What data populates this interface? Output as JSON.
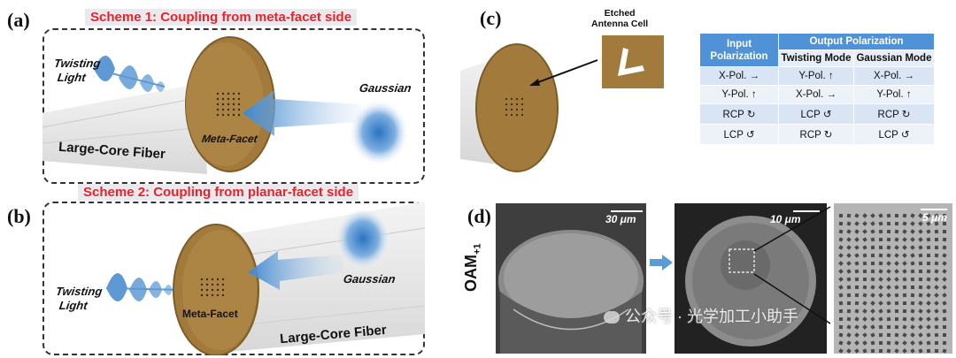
{
  "panels": {
    "a": {
      "label": "(a)",
      "scheme_title": "Scheme 1: Coupling from meta-facet side",
      "twisting_light": [
        "Twisting",
        "Light"
      ],
      "gaussian": "Gaussian",
      "meta_facet": "Meta-Facet",
      "fiber": "Large-Core Fiber"
    },
    "b": {
      "label": "(b)",
      "scheme_title": "Scheme 2: Coupling from planar-facet side",
      "twisting_light": [
        "Twisting",
        "Light"
      ],
      "gaussian": "Gaussian",
      "meta_facet": "Meta-Facet",
      "fiber": "Large-Core Fiber"
    },
    "c": {
      "label": "(c)",
      "antenna_label": [
        "Etched",
        "Antenna Cell"
      ],
      "table": {
        "header_input": "Input Polarization",
        "header_output": "Output Polarization",
        "sub_twisting": "Twisting Mode",
        "sub_gaussian": "Gaussian Mode",
        "rows": [
          [
            "X-Pol. →",
            "Y-Pol. ↑",
            "X-Pol. →"
          ],
          [
            "Y-Pol. ↑",
            "X-Pol. →",
            "Y-Pol. ↑"
          ],
          [
            "RCP ↻",
            "LCP ↺",
            "RCP ↻"
          ],
          [
            "LCP ↺",
            "RCP ↻",
            "LCP ↺"
          ]
        ]
      }
    },
    "d": {
      "label": "(d)",
      "oam_label": "OAM",
      "oam_subscript": "+1",
      "scale_1": "30 μm",
      "scale_2": "10 μm",
      "scale_3": "5 μm"
    }
  },
  "watermark": "公众号 · 光学加工小助手",
  "colors": {
    "scheme_red": "#e8232a",
    "facet_gold": "#a27b3c",
    "beam_blue": "#3d86cc",
    "table_header": "#4f92d8"
  }
}
